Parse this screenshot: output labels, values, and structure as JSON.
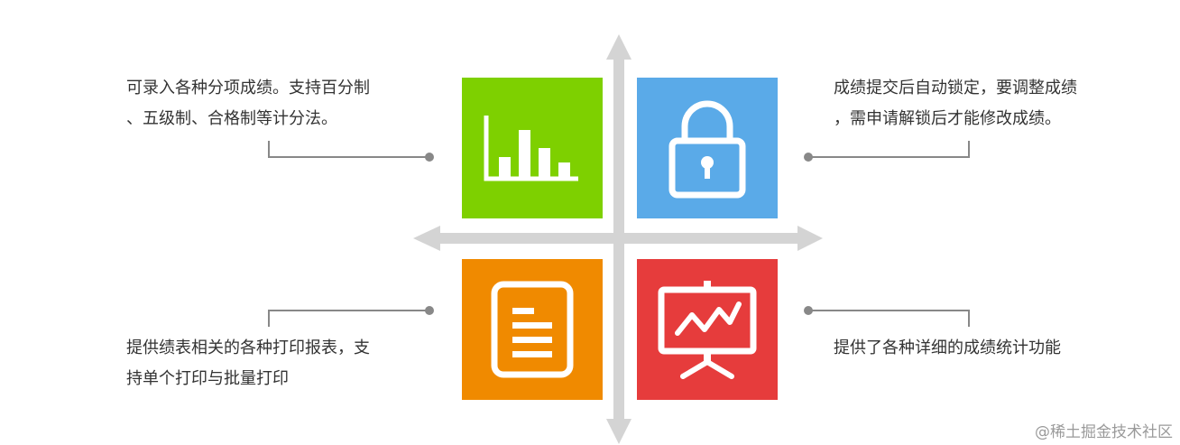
{
  "colors": {
    "grades": "#7ed000",
    "lock": "#5aaae8",
    "print": "#f08a00",
    "stats": "#e63c3c",
    "axis": "#d4d4d4",
    "connector": "#888888"
  },
  "quadrants": {
    "top_left": {
      "icon": "bar-chart-icon",
      "lines": [
        "可录入各种分项成绩。支持百分制",
        "、五级制、合格制等计分法。"
      ]
    },
    "top_right": {
      "icon": "padlock-icon",
      "lines": [
        "成绩提交后自动锁定，要调整成绩",
        "，需申请解锁后才能修改成绩。"
      ]
    },
    "bottom_left": {
      "icon": "document-icon",
      "lines": [
        "提供绩表相关的各种打印报表，支",
        "持单个打印与批量打印"
      ]
    },
    "bottom_right": {
      "icon": "presentation-chart-icon",
      "lines": [
        "提供了各种详细的成绩统计功能"
      ]
    }
  },
  "watermark": "@稀土掘金技术社区"
}
